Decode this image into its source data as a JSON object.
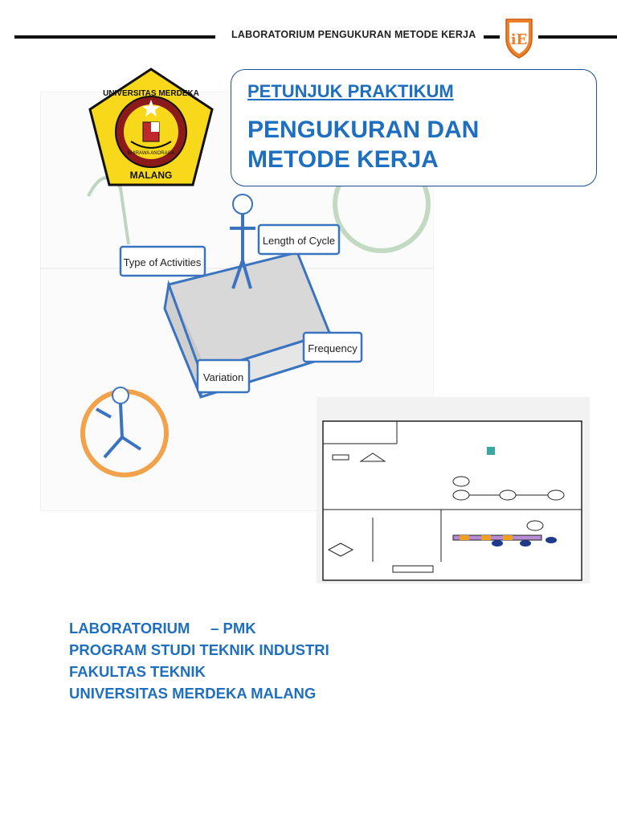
{
  "header": {
    "lab_title": "LABORATORIUM PENGUKURAN METODE KERJA",
    "logo_text": "iE"
  },
  "univ_logo": {
    "ring_text": "UNIVERSITAS MERDEKA",
    "bottom_text": "MALANG",
    "motto": "BHIRAWA ANORAGA"
  },
  "title_box": {
    "subtitle": "PETUNJUK PRAKTIKUM",
    "title_line1": "PENGUKURAN DAN",
    "title_line2": "METODE KERJA"
  },
  "cover_art": {
    "labels": [
      "Type of Activities",
      "Length of Cycle",
      "Frequency",
      "Variation"
    ]
  },
  "footer": {
    "line1": "LABORATORIUM     – PMK",
    "line2": "PROGRAM STUDI TEKNIK INDUSTRI",
    "line3": "FAKULTAS TEKNIK",
    "line4": "UNIVERSITAS MERDEKA MALANG"
  },
  "colors": {
    "accent_blue": "#1f6fc1",
    "box_border": "#1f4e9a",
    "logo_orange": "#f07f2a",
    "logo_yellow": "#f7d81a",
    "cube_blue": "#3a74c0"
  }
}
